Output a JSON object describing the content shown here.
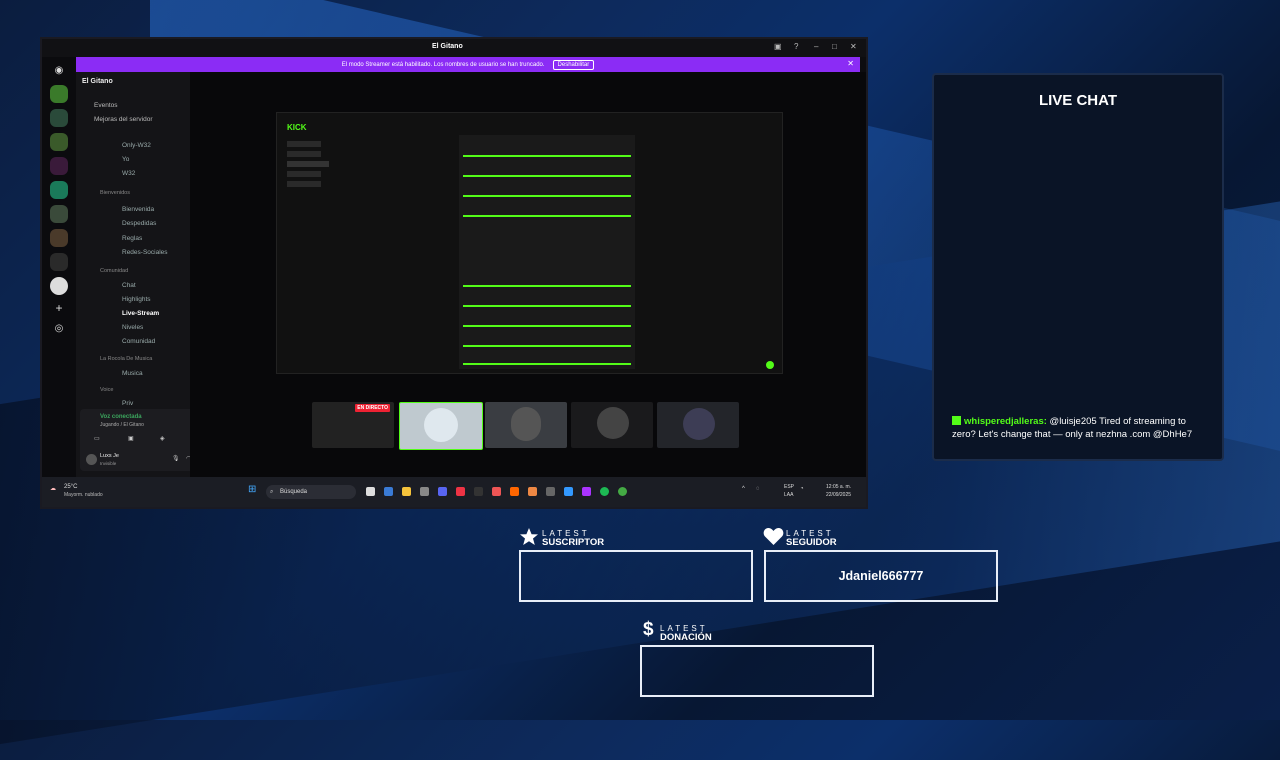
{
  "window": {
    "title": "El Gitano"
  },
  "banner": {
    "text": "El modo Streamer está habilitado. Los nombres de usuario se han truncado.",
    "button": "Deshabilitar"
  },
  "server": {
    "name": "El Gitano"
  },
  "channels": [
    {
      "label": "Eventos",
      "type": "h"
    },
    {
      "label": "Mejoras del servidor",
      "type": "h"
    },
    {
      "label": "Only-W32",
      "type": "ch"
    },
    {
      "label": "Yo",
      "type": "ch"
    },
    {
      "label": "W32",
      "type": "ch"
    },
    {
      "label": "Bienvenidos",
      "type": "cat"
    },
    {
      "label": "Bienvenida",
      "type": "ch"
    },
    {
      "label": "Despedidas",
      "type": "ch"
    },
    {
      "label": "Reglas",
      "type": "ch"
    },
    {
      "label": "Redes-Sociales",
      "type": "ch"
    },
    {
      "label": "Comunidad",
      "type": "cat"
    },
    {
      "label": "Chat",
      "type": "ch"
    },
    {
      "label": "Highlights",
      "type": "ch"
    },
    {
      "label": "Live-Stream",
      "type": "bold"
    },
    {
      "label": "Niveles",
      "type": "ch"
    },
    {
      "label": "Comunidad",
      "type": "ch"
    },
    {
      "label": "La Rocola De Musica",
      "type": "cat"
    },
    {
      "label": "Musica",
      "type": "ch"
    },
    {
      "label": "Voice",
      "type": "cat"
    },
    {
      "label": "Priv",
      "type": "ch"
    }
  ],
  "voice": {
    "status": "Voz conectada",
    "channel": "Jugando / El Gitano",
    "user": "Luxs Je",
    "state": "Invisible"
  },
  "kick": {
    "logo": "KICK",
    "live_badge": "EN DIRECTO"
  },
  "taskbar": {
    "weather": "25°C",
    "weather_desc": "Mayorm. nublado",
    "search": "Búsqueda",
    "lang": "ESP",
    "lang2": "LAA",
    "time": "12:05 a. m.",
    "date": "22/09/2025"
  },
  "chat": {
    "title": "LIVE CHAT",
    "messages": [
      {
        "user": "whisperedjalleras:",
        "text": " @luisje205 Tired of streaming to zero? Let's change that — only at nezhna .com @DhHe7"
      }
    ]
  },
  "alerts": {
    "sub": {
      "l1": "LATEST",
      "l2": "SUSCRIPTOR",
      "value": ""
    },
    "follow": {
      "l1": "LATEST",
      "l2": "SEGUIDOR",
      "value": "Jdaniel666777"
    },
    "donation": {
      "l1": "LATEST",
      "l2": "DONACIÓN",
      "value": ""
    }
  },
  "colors": {
    "accent": "#53fc18",
    "banner": "#8b2cf5"
  }
}
